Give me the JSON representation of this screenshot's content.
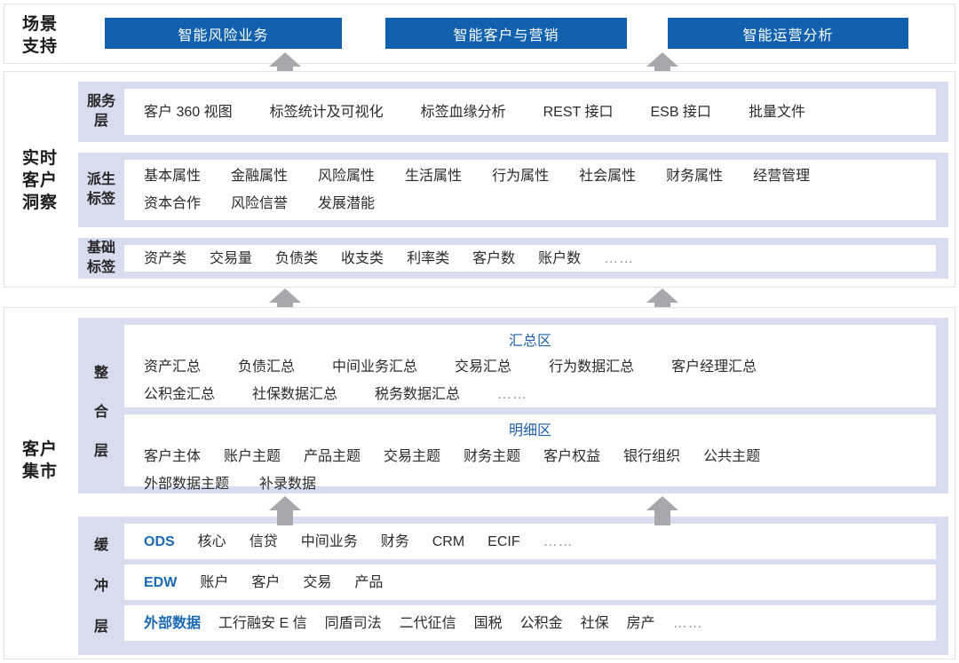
{
  "groups": {
    "scene": "场景\n支持",
    "scene_line1": "场景",
    "scene_line2": "支持",
    "insight_line1": "实时",
    "insight_line2": "客户",
    "insight_line3": "洞察",
    "mart_line1": "客户",
    "mart_line2": "集市"
  },
  "scene_buttons": [
    {
      "label": "智能风险业务"
    },
    {
      "label": "智能客户与营销"
    },
    {
      "label": "智能运营分析"
    }
  ],
  "layers": {
    "service": {
      "label_line1": "服务",
      "label_line2": "层",
      "items": [
        "客户 360 视图",
        "标签统计及可视化",
        "标签血缘分析",
        "REST 接口",
        "ESB 接口",
        "批量文件"
      ]
    },
    "derived": {
      "label_line1": "派生",
      "label_line2": "标签",
      "row1": [
        "基本属性",
        "金融属性",
        "风险属性",
        "生活属性",
        "行为属性",
        "社会属性",
        "财务属性",
        "经营管理"
      ],
      "row2": [
        "资本合作",
        "风险信誉",
        "发展潜能"
      ]
    },
    "basic": {
      "label_line1": "基础",
      "label_line2": "标签",
      "items": [
        "资产类",
        "交易量",
        "负债类",
        "收支类",
        "利率类",
        "客户数",
        "账户数"
      ],
      "ellipsis": "……"
    },
    "integration": {
      "label_char1": "整",
      "label_char2": "合",
      "label_char3": "层",
      "summary": {
        "title": "汇总区",
        "row1": [
          "资产汇总",
          "负债汇总",
          "中间业务汇总",
          "交易汇总",
          "行为数据汇总",
          "客户经理汇总"
        ],
        "row2": [
          "公积金汇总",
          "社保数据汇总",
          "税务数据汇总"
        ],
        "ellipsis": "……"
      },
      "detail": {
        "title": "明细区",
        "row1": [
          "客户主体",
          "账户主题",
          "产品主题",
          "交易主题",
          "财务主题",
          "客户权益",
          "银行组织",
          "公共主题"
        ],
        "row2": [
          "外部数据主题",
          "补录数据"
        ]
      }
    },
    "buffer": {
      "label_char1": "缓",
      "label_char2": "冲",
      "label_char3": "层",
      "ods": {
        "accent": "ODS",
        "items": [
          "核心",
          "信贷",
          "中间业务",
          "财务",
          "CRM",
          "ECIF"
        ],
        "ellipsis": "……"
      },
      "edw": {
        "accent": "EDW",
        "items": [
          "账户",
          "客户",
          "交易",
          "产品"
        ]
      },
      "external": {
        "accent": "外部数据",
        "items": [
          "工行融安 E 信",
          "同盾司法",
          "二代征信",
          "国税",
          "公积金",
          "社保",
          "房产"
        ],
        "ellipsis": "……"
      }
    }
  },
  "icons": {
    "arrow_up": "arrow-up-icon"
  },
  "colors": {
    "brand_blue": "#1261ae",
    "band_blue": "#d7dcee",
    "accent_text": "#1a6ab5",
    "zone_title": "#1f5fa8",
    "arrow_gray": "#a6a8ab"
  }
}
